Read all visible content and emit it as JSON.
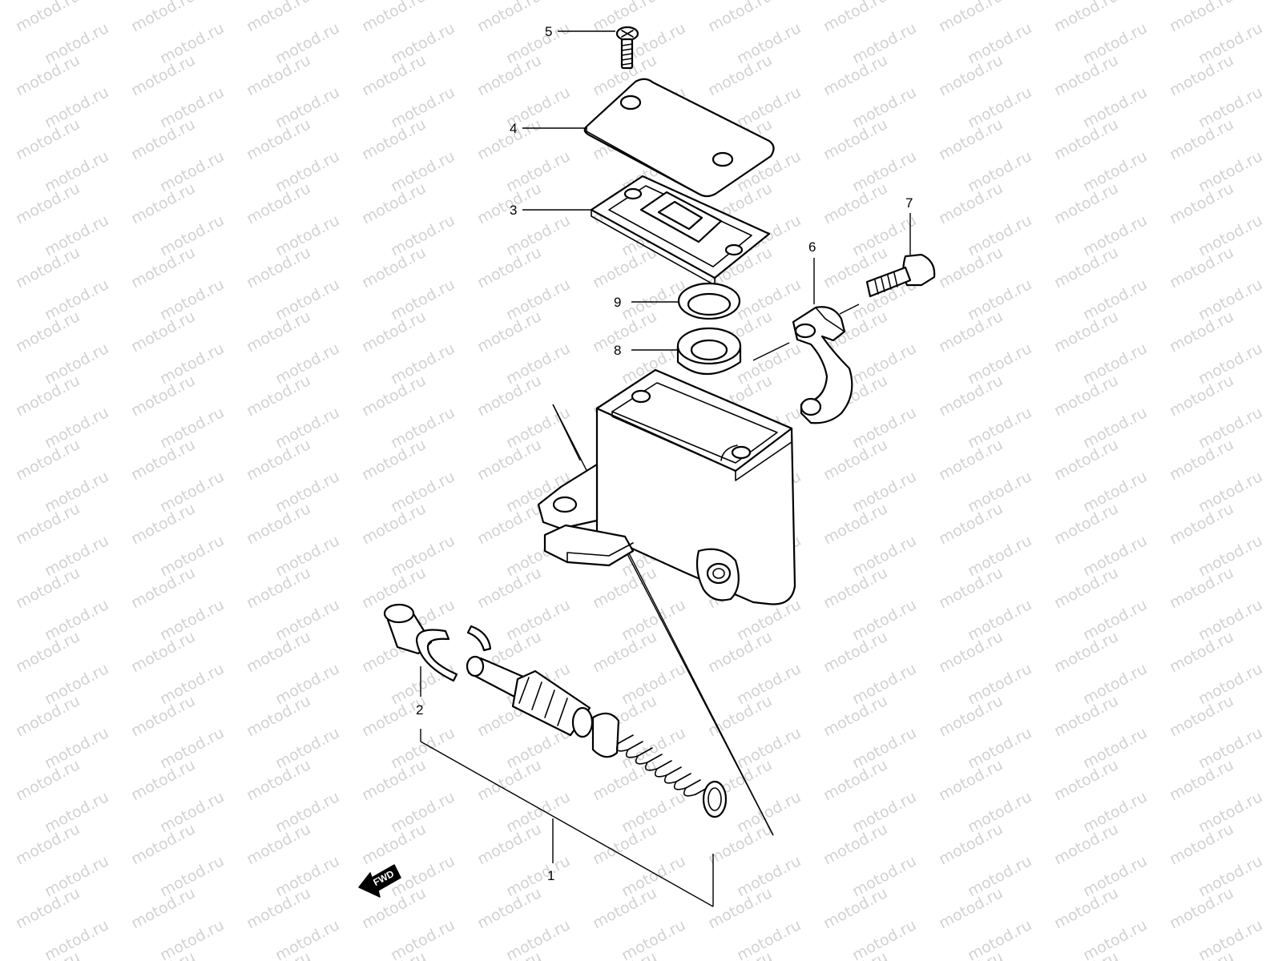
{
  "watermark": "motod.ru",
  "callouts": [
    {
      "id": "1",
      "label": "1"
    },
    {
      "id": "2",
      "label": "2"
    },
    {
      "id": "3",
      "label": "3"
    },
    {
      "id": "4",
      "label": "4"
    },
    {
      "id": "5",
      "label": "5"
    },
    {
      "id": "6",
      "label": "6"
    },
    {
      "id": "7",
      "label": "7"
    },
    {
      "id": "8",
      "label": "8"
    },
    {
      "id": "9",
      "label": "9"
    }
  ],
  "direction_indicator": {
    "label": "FWD",
    "icon": "fwd-arrow-icon"
  }
}
